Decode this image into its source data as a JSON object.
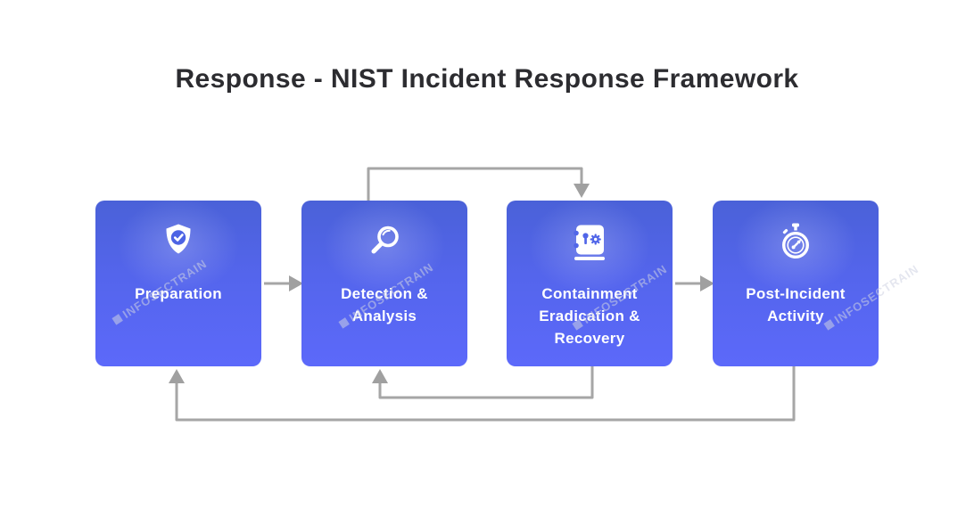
{
  "title": "Response - NIST Incident Response Framework",
  "steps": [
    {
      "id": "preparation",
      "icon": "shield-check-icon",
      "lines": [
        "Preparation"
      ]
    },
    {
      "id": "detection-analysis",
      "icon": "magnifier-icon",
      "lines": [
        "Detection &",
        "Analysis"
      ]
    },
    {
      "id": "containment-eradication-recovery",
      "icon": "safe-box-icon",
      "lines": [
        "Containment",
        "Eradication &",
        "Recovery"
      ]
    },
    {
      "id": "post-incident-activity",
      "icon": "stopwatch-icon",
      "lines": [
        "Post-Incident",
        "Activity"
      ]
    }
  ],
  "arrows": [
    {
      "from": "Preparation",
      "to": "Detection & Analysis",
      "type": "forward-horizontal"
    },
    {
      "from": "Detection & Analysis",
      "to": "Containment Eradication & Recovery",
      "type": "forward-top-loop"
    },
    {
      "from": "Containment Eradication & Recovery",
      "to": "Post-Incident Activity",
      "type": "forward-horizontal"
    },
    {
      "from": "Containment Eradication & Recovery",
      "to": "Detection & Analysis",
      "type": "feedback-bottom-loop"
    },
    {
      "from": "Post-Incident Activity",
      "to": "Preparation",
      "type": "feedback-bottom-loop"
    }
  ],
  "watermark": {
    "text": "INFOSECTRAIN"
  },
  "colors": {
    "background": "#ffffff",
    "title_text": "#2c2c30",
    "card_gradient_top": "#4a61d8",
    "card_gradient_bottom": "#5c69fa",
    "card_text": "#ffffff",
    "arrow_gray": "#a6a6a6",
    "icon_accent_blue": "#5166e8"
  }
}
